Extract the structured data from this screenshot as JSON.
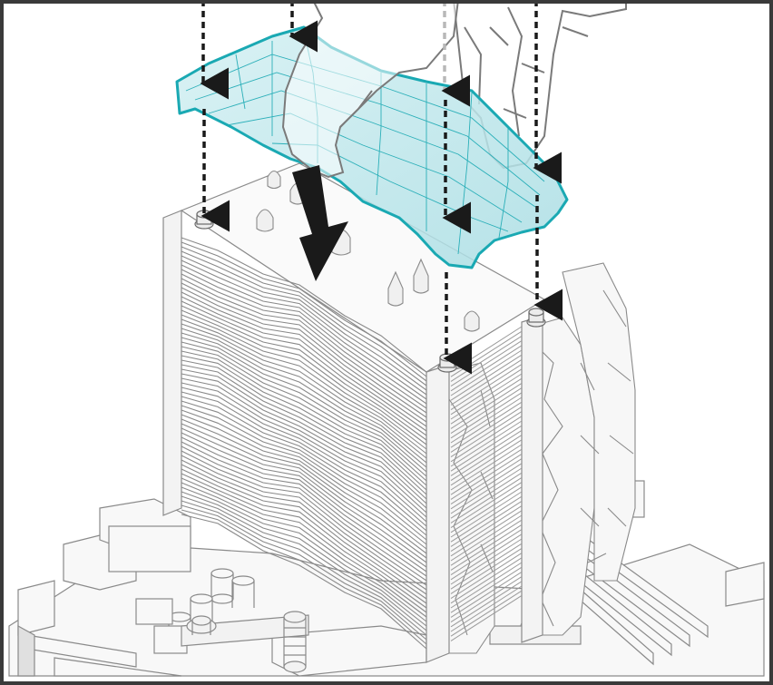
{
  "diagram": {
    "kind": "cpu-cooler-installation-illustration",
    "colors": {
      "frame": "#3a3a3a",
      "line_art": "#8a8a8a",
      "fill_light": "#f6f6f6",
      "cover_fill": "#bfe6ea",
      "cover_stroke": "#1aa9b3",
      "arrow": "#1a1a1a",
      "guide_light": "#b8b8b8"
    },
    "elements": [
      "heatsink-fin-stack",
      "top-cover-piece",
      "hand",
      "motherboard",
      "fans",
      "screw-posts",
      "guide-arrows"
    ]
  }
}
